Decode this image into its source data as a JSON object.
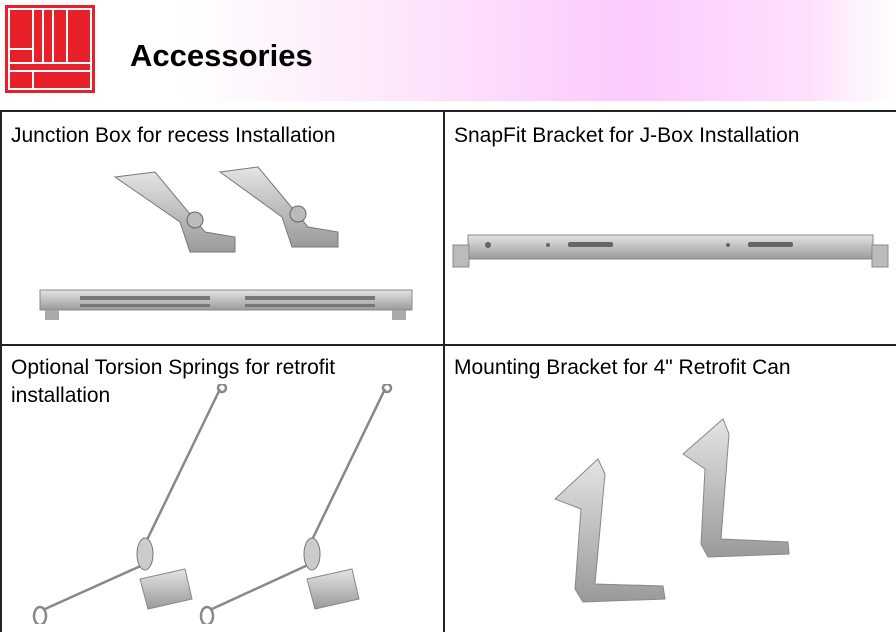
{
  "header": {
    "title": "Accessories"
  },
  "cells": [
    {
      "caption": "Junction Box for recess Installation"
    },
    {
      "caption": "SnapFit Bracket for J-Box Installation"
    },
    {
      "caption": "Optional Torsion Springs for retrofit installation"
    },
    {
      "caption": "Mounting Bracket for 4\" Retrofit Can"
    }
  ],
  "colors": {
    "logo": "#e8202a",
    "band": "#fccafc"
  }
}
